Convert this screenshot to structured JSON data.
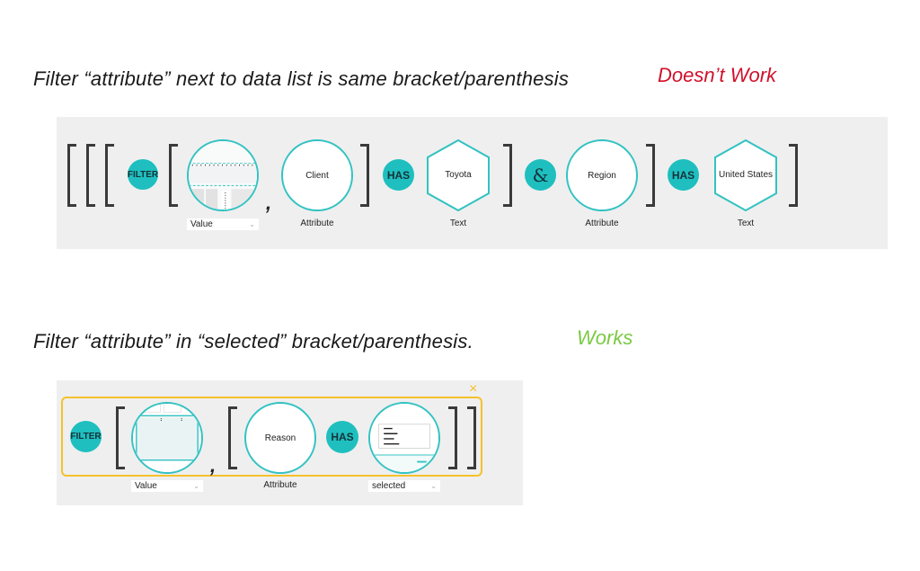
{
  "section1": {
    "heading": "Filter “attribute” next to data list is same bracket/parenthesis",
    "status": "Doesn’t Work",
    "status_color": "#d0112b",
    "tokens": {
      "filter": "FILTER",
      "value_dropdown": "Value",
      "client": "Client",
      "client_caption": "Attribute",
      "has1": "HAS",
      "toyota": "Toyota",
      "toyota_caption": "Text",
      "and": "&",
      "region": "Region",
      "region_caption": "Attribute",
      "has2": "HAS",
      "united_states": "United States",
      "us_caption": "Text",
      "comma": ","
    }
  },
  "section2": {
    "heading": "Filter “attribute” in “selected” bracket/parenthesis.",
    "status": "Works",
    "status_color": "#7ac943",
    "tokens": {
      "filter": "FILTER",
      "value_dropdown": "Value",
      "reason": "Reason",
      "reason_caption": "Attribute",
      "has": "HAS",
      "selected_dropdown": "selected",
      "comma": ",",
      "close": "×"
    }
  },
  "colors": {
    "accent_teal": "#1fbfbf",
    "selection_yellow": "#f5c12b",
    "panel_bg": "#efefef"
  },
  "icons": {
    "dropdown_chevron": "chevron-down-icon",
    "close": "close-icon"
  }
}
